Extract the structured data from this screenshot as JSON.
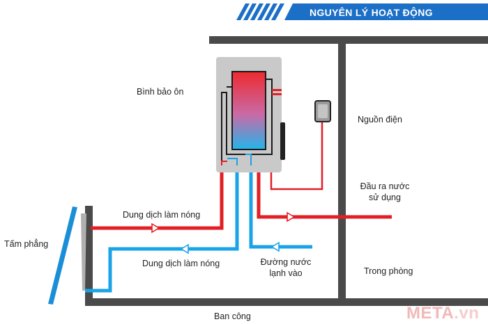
{
  "banner": {
    "title": "NGUYÊN LÝ HOẠT ĐỘNG"
  },
  "labels": {
    "tank": "Bình bảo ôn",
    "power": "Nguồn điện",
    "outlet_line1": "Đầu ra nước",
    "outlet_line2": "sử dụng",
    "hot_fluid": "Dung dịch làm nóng",
    "flat_panel": "Tấm phẳng",
    "return_fluid": "Dung dịch làm nóng",
    "cold_inlet_line1": "Đường nước",
    "cold_inlet_line2": "lạnh vào",
    "indoor": "Trong phòng",
    "balcony": "Ban công"
  },
  "watermark": {
    "part1": "META",
    "part2": ".vn"
  },
  "colors": {
    "banner": "#1c6fc6",
    "hot": "#e31e24",
    "cold": "#1aa3e8",
    "wall": "#4a4a4a",
    "tank_body": "#c9c9c9",
    "panel": "#1a8fd8"
  }
}
